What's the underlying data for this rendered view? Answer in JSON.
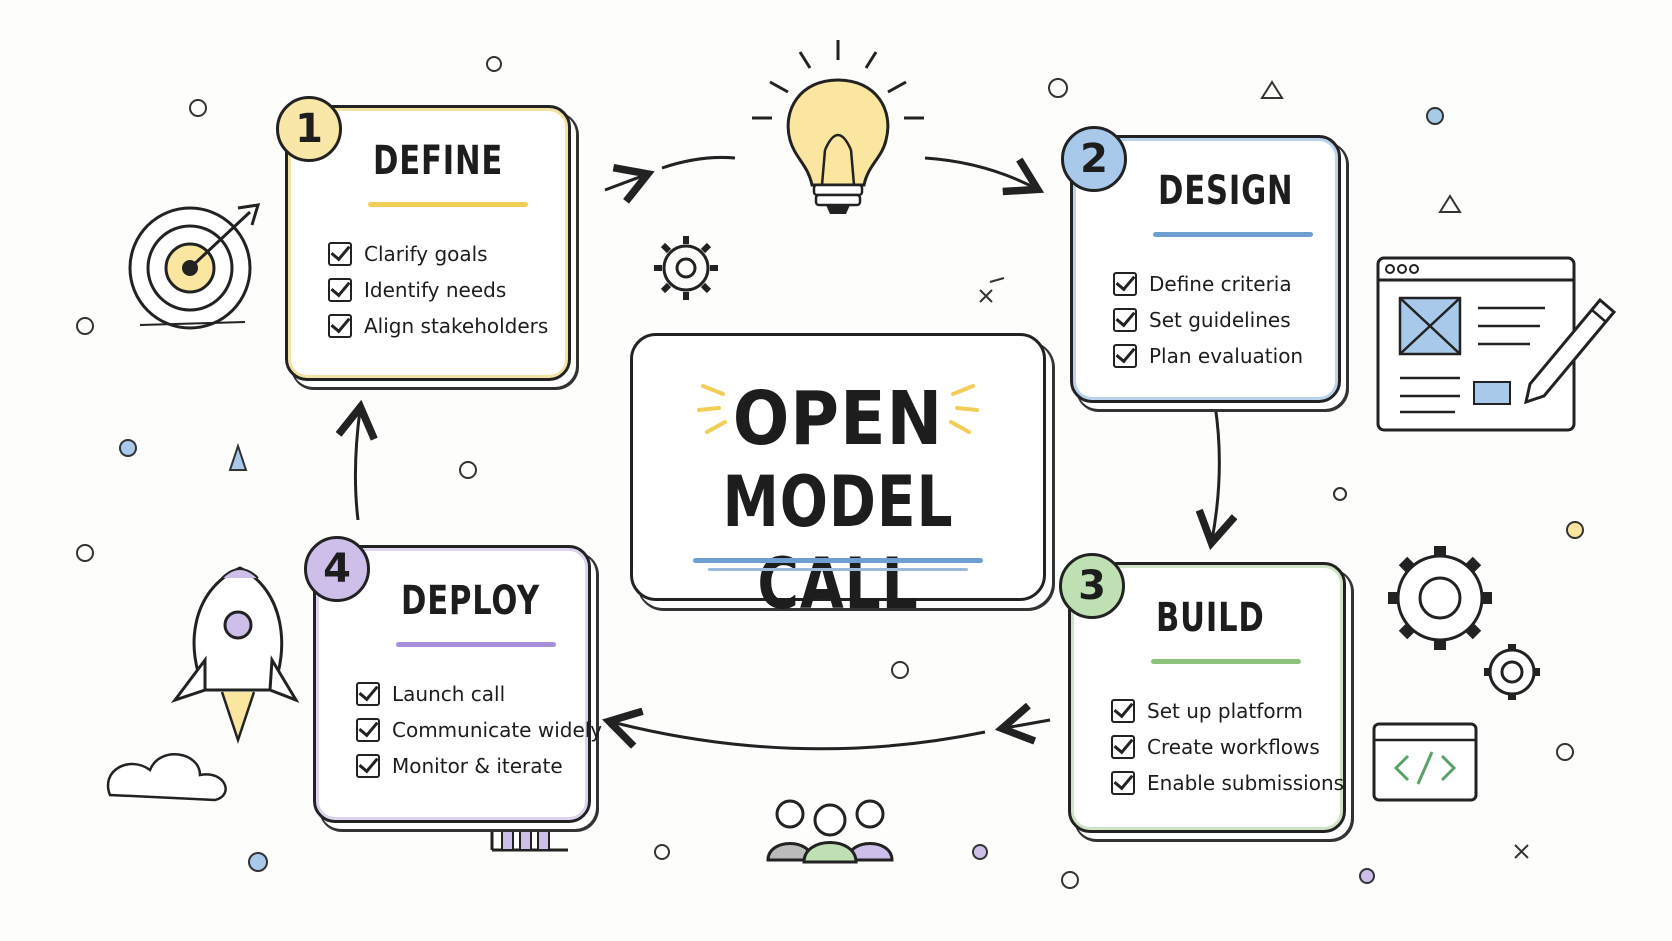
{
  "title": {
    "line1": "OPEN",
    "line2": "MODEL CALL"
  },
  "steps": [
    {
      "number": "1",
      "title": "DEFINE",
      "items": [
        "Clarify goals",
        "Identify needs",
        "Align stakeholders"
      ],
      "color": "#f1cf57"
    },
    {
      "number": "2",
      "title": "DESIGN",
      "items": [
        "Define criteria",
        "Set guidelines",
        "Plan evaluation"
      ],
      "color": "#6e9fd3"
    },
    {
      "number": "3",
      "title": "BUILD",
      "items": [
        "Set up platform",
        "Create workflows",
        "Enable submissions"
      ],
      "color": "#8ec27c"
    },
    {
      "number": "4",
      "title": "DEPLOY",
      "items": [
        "Launch call",
        "Communicate widely",
        "Monitor & iterate"
      ],
      "color": "#a68fd8"
    }
  ],
  "icons": [
    "lightbulb-icon",
    "target-icon",
    "rocket-icon",
    "gear-icon",
    "wireframe-icon",
    "pencil-icon",
    "people-icon",
    "bar-chart-icon",
    "code-window-icon"
  ]
}
